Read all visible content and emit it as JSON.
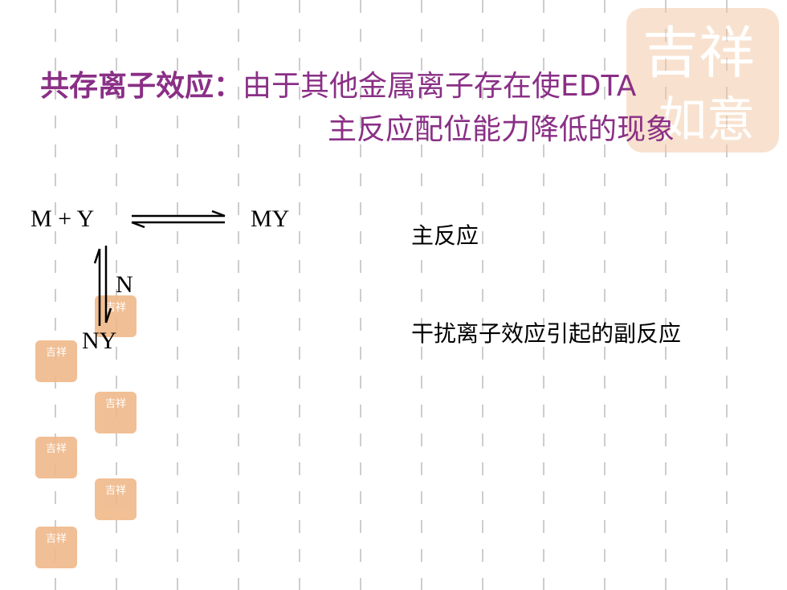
{
  "slide": {
    "title_bold": "共存离子效应",
    "title_colon": "：",
    "title_line1": "由于其他金属离子存在使EDTA",
    "title_line2": "主反应配位能力降低的现象"
  },
  "equation": {
    "reactants": "M + Y",
    "product": "MY",
    "side_reagent": "N",
    "side_product": "NY"
  },
  "labels": {
    "main_reaction": "主反应",
    "side_reaction": "干扰离子效应引起的副反应"
  },
  "colors": {
    "title": "#8a2f86",
    "seal": "#f0b98a"
  },
  "seal": {
    "large_text": "吉祥",
    "small_text": "吉祥"
  }
}
